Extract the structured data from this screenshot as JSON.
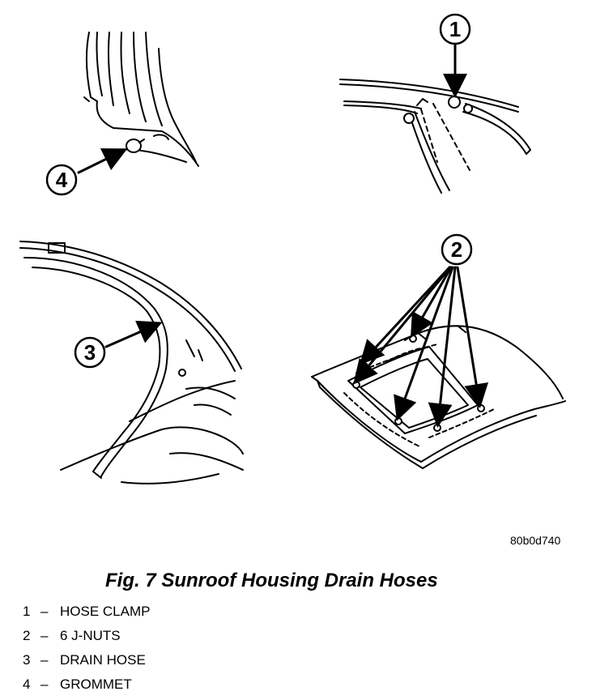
{
  "figure": {
    "code": "80b0d740",
    "title": "Fig. 7 Sunroof Housing Drain Hoses"
  },
  "callouts": [
    "1",
    "2",
    "3",
    "4"
  ],
  "legend": [
    {
      "num": "1",
      "label": "HOSE CLAMP"
    },
    {
      "num": "2",
      "label": "6 J-NUTS"
    },
    {
      "num": "3",
      "label": "DRAIN HOSE"
    },
    {
      "num": "4",
      "label": "GROMMET"
    }
  ]
}
